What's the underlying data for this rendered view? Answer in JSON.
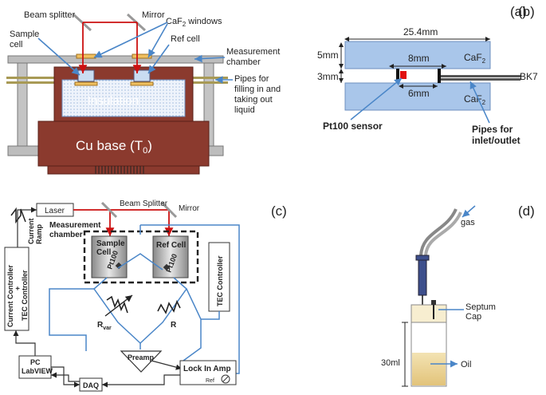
{
  "panel_a": {
    "tag": "(a)",
    "beam_splitter": "Beam splitter",
    "mirror": "Mirror",
    "caf2_windows_prefix": "CaF",
    "caf2_windows_sub": "2",
    "caf2_windows_suffix": " windows",
    "sample_cell_l1": "Sample",
    "sample_cell_l2": "cell",
    "ref_cell": "Ref cell",
    "measurement_l1": "Measurement",
    "measurement_l2": "chamber",
    "pipes_l1": "Pipes for",
    "pipes_l2": "filling in and",
    "pipes_l3": "taking out",
    "pipes_l4": "liquid",
    "insulation": "Insulation",
    "cu_base": "Cu base (T",
    "cu_base_sub": "0",
    "cu_base_end": ")"
  },
  "panel_b": {
    "tag": "(b)",
    "width": "25.4mm",
    "dim_5mm": "5mm",
    "dim_3mm": "3mm",
    "dim_8mm": "8mm",
    "dim_6mm": "6mm",
    "caf2_prefix": "CaF",
    "caf2_sub": "2",
    "bk7": "BK7",
    "pt100": "Pt100 sensor",
    "pipes_l1": "Pipes for",
    "pipes_l2": "inlet/outlet"
  },
  "panel_c": {
    "tag": "(c)",
    "laser": "Laser",
    "beam_splitter": "Beam Splitter",
    "mirror": "Mirror",
    "measurement_l1": "Measurement",
    "measurement_l2": "chamber",
    "current_ramp_l1": "Current",
    "current_ramp_l2": "Ramp",
    "current_controller_l1": "Current Controller",
    "current_controller_l2": "+",
    "current_controller_l3": "TEC Controller",
    "sample_cell_l1": "Sample",
    "sample_cell_l2": "Cell",
    "ref_cell": "Ref Cell",
    "pt100": "Pt100",
    "tec_controller": "TEC Controller",
    "rvar": "R",
    "rvar_sub": "var",
    "r": "R",
    "preamp": "Preamp",
    "pc_l1": "PC",
    "pc_l2": "LabVIEW",
    "daq": "DAQ",
    "lockin": "Lock In Amp",
    "ref": "Ref"
  },
  "panel_d": {
    "tag": "(d)",
    "gas": "gas",
    "septum_l1": "Septum",
    "septum_l2": "Cap",
    "volume": "30ml",
    "oil": "Oil"
  },
  "colors": {
    "red_beam": "#cc1111",
    "blue_arrow": "#4a86c8",
    "cu_base": "#8b3a2e",
    "caf2": "#a9c6ea"
  }
}
